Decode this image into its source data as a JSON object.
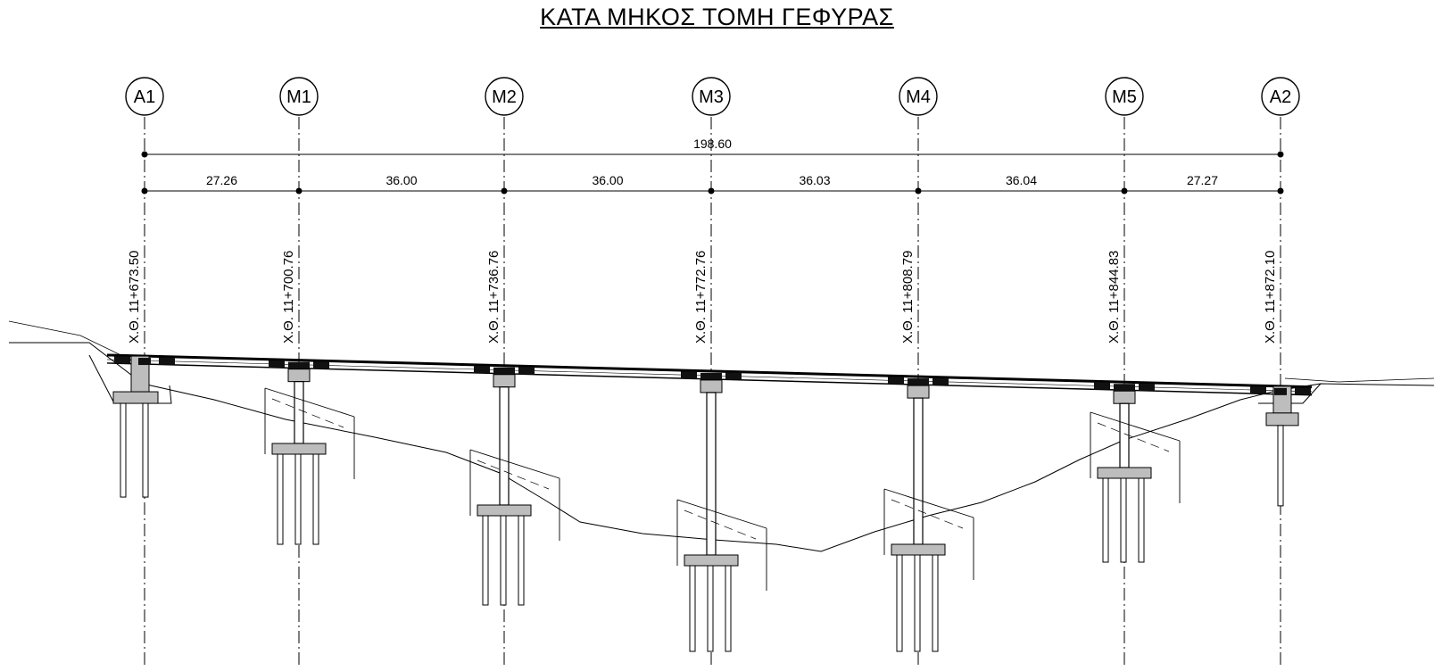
{
  "title": "ΚΑΤΑ ΜΗΚΟΣ ΤΟΜΗ ΓΕΦΥΡΑΣ",
  "total_length": "198.60",
  "supports": [
    {
      "id": "A1",
      "station": "Χ.Θ. 11+673.50",
      "type": "abutment"
    },
    {
      "id": "M1",
      "station": "Χ.Θ. 11+700.76",
      "type": "pier"
    },
    {
      "id": "M2",
      "station": "Χ.Θ. 11+736.76",
      "type": "pier"
    },
    {
      "id": "M3",
      "station": "Χ.Θ. 11+772.76",
      "type": "pier"
    },
    {
      "id": "M4",
      "station": "Χ.Θ. 11+808.79",
      "type": "pier"
    },
    {
      "id": "M5",
      "station": "Χ.Θ. 11+844.83",
      "type": "pier"
    },
    {
      "id": "A2",
      "station": "Χ.Θ. 11+872.10",
      "type": "abutment"
    }
  ],
  "spans": [
    "27.26",
    "36.00",
    "36.00",
    "36.03",
    "36.04",
    "27.27"
  ],
  "colors": {
    "line": "#000000",
    "footing": "#bdbdbd",
    "bearing": "#111111"
  }
}
